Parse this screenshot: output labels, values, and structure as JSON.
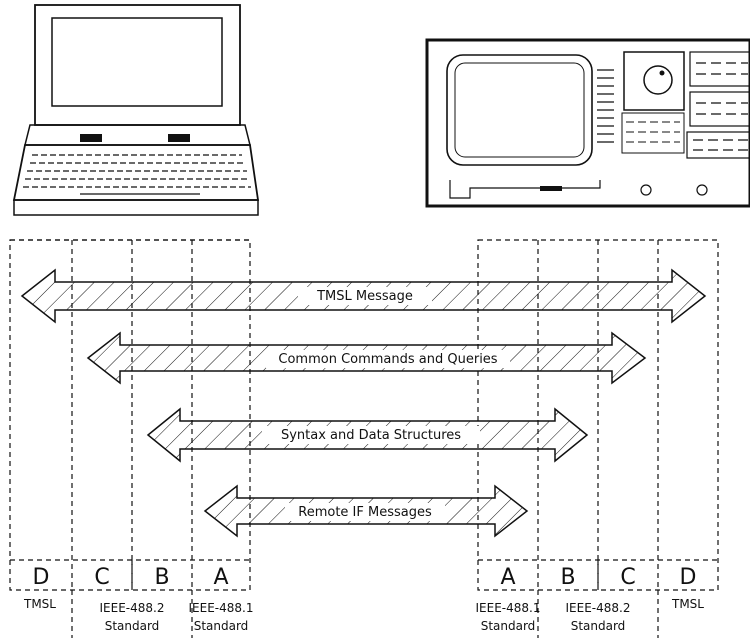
{
  "diagram": {
    "arrows": [
      {
        "label": "TMSL Message"
      },
      {
        "label": "Common Commands and Queries"
      },
      {
        "label": "Syntax and Data Structures"
      },
      {
        "label": "Remote IF Messages"
      }
    ],
    "left_columns": [
      {
        "letter": "D",
        "caption1": "TMSL",
        "caption2": ""
      },
      {
        "letter": "C",
        "caption1": "IEEE-488.2",
        "caption2": "Standard"
      },
      {
        "letter": "B",
        "caption1": "",
        "caption2": ""
      },
      {
        "letter": "A",
        "caption1": "IEEE-488.1",
        "caption2": "Standard"
      }
    ],
    "right_columns": [
      {
        "letter": "A",
        "caption1": "IEEE-488.1",
        "caption2": "Standard"
      },
      {
        "letter": "B",
        "caption1": "IEEE-488.2",
        "caption2": "Standard"
      },
      {
        "letter": "C",
        "caption1": "",
        "caption2": ""
      },
      {
        "letter": "D",
        "caption1": "TMSL",
        "caption2": ""
      }
    ]
  }
}
